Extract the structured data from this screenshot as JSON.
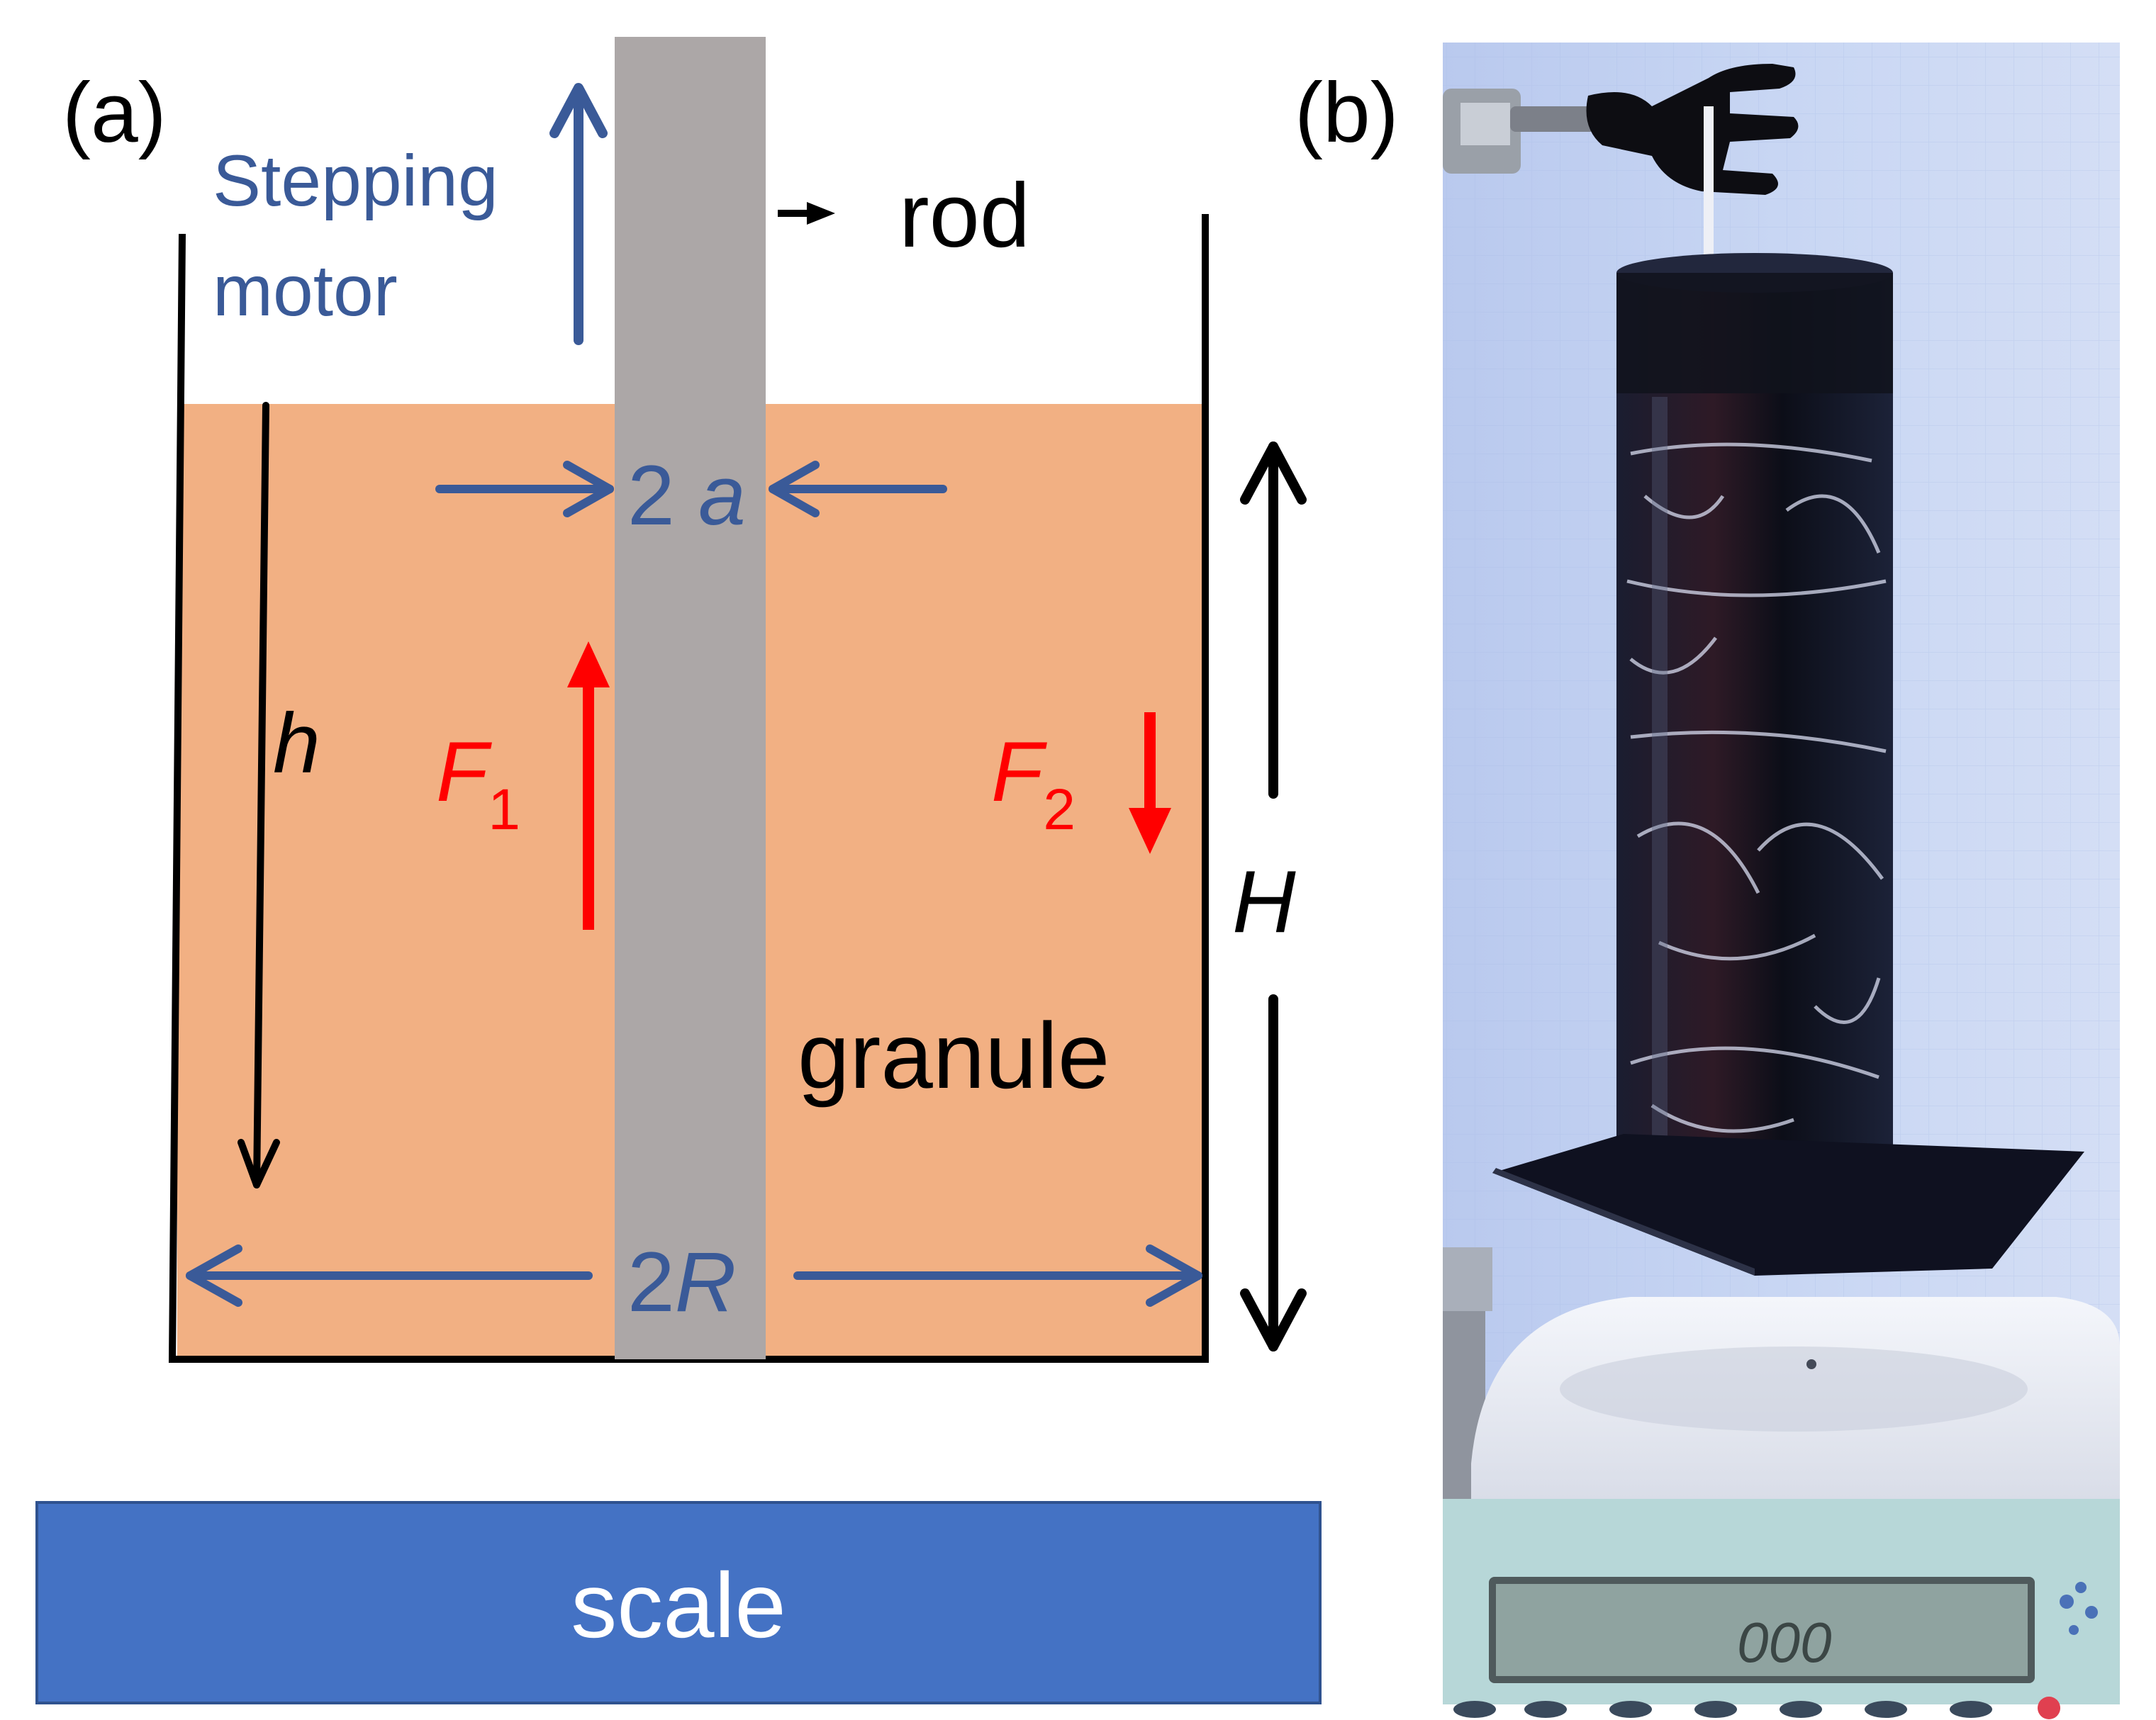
{
  "panel_a": {
    "tag": "(a)",
    "motor_line1": "Stepping",
    "motor_line2": "motor",
    "rod_label": "rod",
    "rod_diameter_label": "2a",
    "depth_label": "h",
    "force1_symbol": "F",
    "force1_sub": "1",
    "force2_symbol": "F",
    "force2_sub": "2",
    "height_label": "H",
    "granule_label": "granule",
    "container_diameter_label": "2R",
    "scale_label": "scale"
  },
  "panel_b": {
    "tag": "(b)",
    "photo_description_icon": "photo-of-apparatus"
  },
  "colors": {
    "granule_fill": "#F2B083",
    "rod_fill": "#ACA7A7",
    "blue": "#3A5A98",
    "red": "#FF0000",
    "scale_fill": "#4472C4",
    "black": "#000000"
  }
}
